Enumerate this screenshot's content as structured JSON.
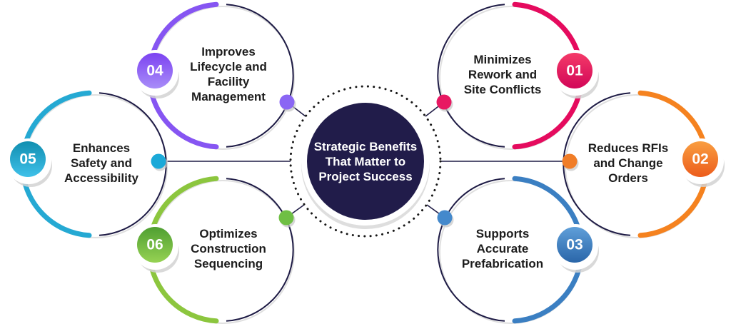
{
  "center": {
    "label": "Strategic Benefits\nThat Matter to\nProject Success",
    "bg_color": "#211c4a",
    "dot_ring_color": "#161616"
  },
  "line_color": "#1e1b45",
  "nodes": [
    {
      "number": "01",
      "label": "Minimizes\nRework and\nSite Conflicts",
      "accent": "#e50b5e",
      "grad_top": "#f43a68",
      "grad_bottom": "#d20658",
      "dot_color": "#e81862"
    },
    {
      "number": "02",
      "label": "Reduces RFIs\nand Change\nOrders",
      "accent": "#f5821f",
      "grad_top": "#f99e41",
      "grad_bottom": "#ec5c1b",
      "dot_color": "#f07d28"
    },
    {
      "number": "03",
      "label": "Supports\nAccurate\nPrefabrication",
      "accent": "#3b7fc2",
      "grad_top": "#5f9fd9",
      "grad_bottom": "#2a66a9",
      "dot_color": "#4489cc"
    },
    {
      "number": "04",
      "label": "Improves\nLifecycle and\nFacility\nManagement",
      "accent": "#8655f2",
      "grad_top": "#7c42f1",
      "grad_bottom": "#a88df8",
      "dot_color": "#8a66f4"
    },
    {
      "number": "05",
      "label": "Enhances\nSafety and\nAccessibility",
      "accent": "#25a9d3",
      "grad_top": "#118fb0",
      "grad_bottom": "#3fc0e9",
      "dot_color": "#1ba9d8"
    },
    {
      "number": "06",
      "label": "Optimizes\nConstruction\nSequencing",
      "accent": "#8cc63e",
      "grad_top": "#4f9f31",
      "grad_bottom": "#96d253",
      "dot_color": "#6fbf44"
    }
  ]
}
